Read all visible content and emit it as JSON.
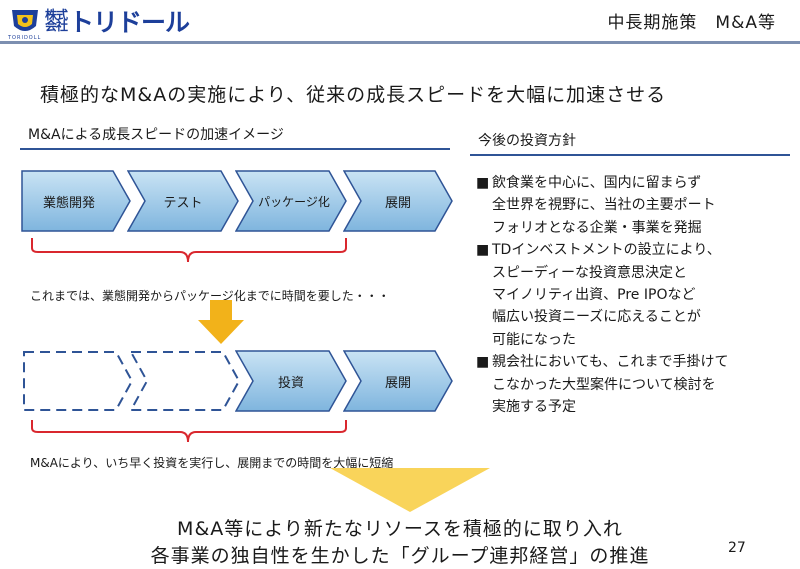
{
  "header": {
    "logo_kaisha": "株式\n会社",
    "logo_name": "トリドール",
    "logo_sub": "TORIDOLL",
    "title": "中長期施策　M&A等"
  },
  "headline": "積極的なM&Aの実施により、従来の成長スピードを大幅に加速させる",
  "left": {
    "heading": "M&Aによる成長スピードの加速イメージ",
    "row1": [
      "業態開発",
      "テスト",
      "パッケージ化",
      "展開"
    ],
    "note1": "これまでは、業態開発からパッケージ化までに時間を要した・・・",
    "row2": [
      "投資",
      "展開"
    ],
    "note2": "M&Aにより、いち早く投資を実行し、展開までの時間を大幅に短縮"
  },
  "right": {
    "heading": "今後の投資方針",
    "bullet_char": "■",
    "items": [
      {
        "lines": [
          "飲食業を中心に、国内に留まらず",
          "全世界を視野に、当社の主要ポート",
          "フォリオとなる企業・事業を発掘"
        ]
      },
      {
        "lines": [
          "TDインベストメントの設立により、",
          "スピーディーな投資意思決定と",
          "マイノリティ出資、Pre IPOなど",
          "幅広い投資ニーズに応えることが",
          "可能になった"
        ]
      },
      {
        "lines": [
          "親会社においても、これまで手掛けて",
          "こなかった大型案件について検討を",
          "実施する予定"
        ]
      }
    ]
  },
  "conclusion": {
    "line1": "M&A等により新たなリソースを積極的に取り入れ",
    "line2": "各事業の独自性を生かした「グループ連邦経営」の推進"
  },
  "page_number": "27",
  "colors": {
    "accent_blue": "#2f5496",
    "chevron_light": "#c9e3f4",
    "chevron_dark": "#7fb5de",
    "brace_red": "#d9272e",
    "arrow_yellow": "#f2b21a",
    "big_arrow_yellow": "#f9d45a"
  }
}
